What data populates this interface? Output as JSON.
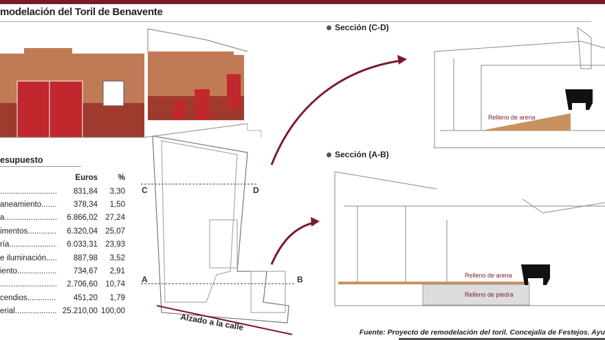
{
  "title": "modelación del Toril de Benavente",
  "sections": {
    "cd": "Sección (C-D)",
    "ab": "Sección (A-B)"
  },
  "plan": {
    "c": "C",
    "d": "D",
    "a": "A",
    "b": "B",
    "street": "Alzado a la calle"
  },
  "section_labels": {
    "cd_fill": "Relleno de arena",
    "ab_fill_sand": "Relleno de arena",
    "ab_fill_stone": "Relleno de piedra"
  },
  "budget": {
    "title": "esupuesto",
    "col_euros": "Euros",
    "col_pct": "%",
    "rows": [
      {
        "concept": "",
        "euros": "831,84",
        "pct": "3,30"
      },
      {
        "concept": "aneamiento",
        "euros": "378,34",
        "pct": "1,50"
      },
      {
        "concept": "a",
        "euros": "6.866,02",
        "pct": "27,24"
      },
      {
        "concept": "imentos",
        "euros": "6.320,04",
        "pct": "25,07"
      },
      {
        "concept": "ría",
        "euros": "6.033,31",
        "pct": "23,93"
      },
      {
        "concept": "e iluminación",
        "euros": "887,98",
        "pct": "3,52"
      },
      {
        "concept": "iento",
        "euros": "734,67",
        "pct": "2,91"
      },
      {
        "concept": "",
        "euros": "2.706,60",
        "pct": "10,74"
      },
      {
        "concept": "cendios",
        "euros": "451,20",
        "pct": "1,79"
      },
      {
        "concept": "erial",
        "euros": "25.210,00",
        "pct": "100,00"
      }
    ]
  },
  "source": "Fuente: Proyecto de remodelación del toril. Concejalía de Festejos. Ayu",
  "colors": {
    "accent": "#7a1a2a",
    "brick": "#b5704a",
    "door": "#c0282e"
  }
}
